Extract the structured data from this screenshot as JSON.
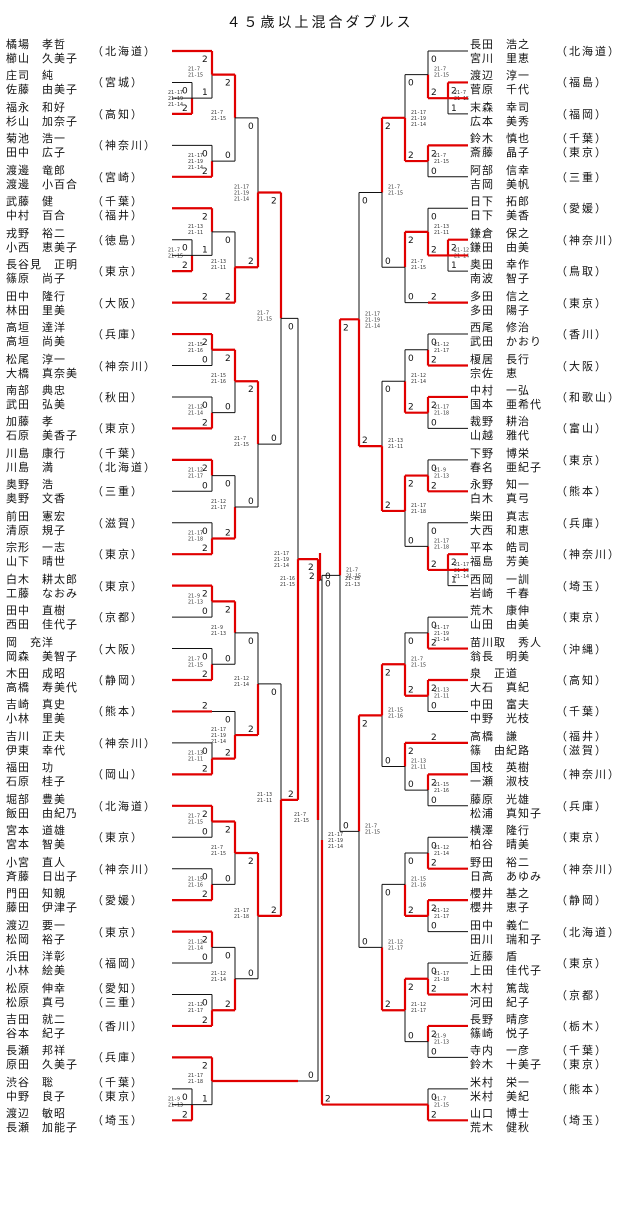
{
  "title": "４５歳以上混合ダブルス",
  "left_entries": [
    {
      "players": [
        "橘場　孝哲",
        "櫛山　久美子"
      ],
      "prefs": [
        "（北海道）"
      ]
    },
    {
      "players": [
        "庄司　純",
        "佐藤　由美子"
      ],
      "prefs": [
        "（宮城）"
      ]
    },
    {
      "players": [
        "福永　和好",
        "杉山　加奈子"
      ],
      "prefs": [
        "（高知）"
      ]
    },
    {
      "players": [
        "菊池　浩一",
        "田中　広子"
      ],
      "prefs": [
        "（神奈川）"
      ]
    },
    {
      "players": [
        "渡邊　竜郎",
        "渡邊　小百合"
      ],
      "prefs": [
        "（宮崎）"
      ]
    },
    {
      "players": [
        "武藤　健",
        "中村　百合"
      ],
      "prefs": [
        "（千葉）",
        "（福井）"
      ]
    },
    {
      "players": [
        "戎野　裕二",
        "小西　恵美子"
      ],
      "prefs": [
        "（徳島）"
      ]
    },
    {
      "players": [
        "長谷見　正明",
        "篠原　尚子"
      ],
      "prefs": [
        "（東京）"
      ]
    },
    {
      "players": [
        "田中　隆行",
        "林田　里美"
      ],
      "prefs": [
        "（大阪）"
      ]
    },
    {
      "players": [
        "高垣　達洋",
        "高垣　尚美"
      ],
      "prefs": [
        "（兵庫）"
      ]
    },
    {
      "players": [
        "松尾　淳一",
        "大橋　真奈美"
      ],
      "prefs": [
        "（神奈川）"
      ]
    },
    {
      "players": [
        "南部　典忠",
        "武田　弘美"
      ],
      "prefs": [
        "（秋田）"
      ]
    },
    {
      "players": [
        "加藤　孝",
        "石原　美香子"
      ],
      "prefs": [
        "（東京）"
      ]
    },
    {
      "players": [
        "川島　康行",
        "川島　満"
      ],
      "prefs": [
        "（千葉）",
        "（北海道）"
      ]
    },
    {
      "players": [
        "奥野　浩",
        "奥野　文香"
      ],
      "prefs": [
        "（三重）"
      ]
    },
    {
      "players": [
        "前田　憲宏",
        "清原　規子"
      ],
      "prefs": [
        "（滋賀）"
      ]
    },
    {
      "players": [
        "宗形　一志",
        "山下　晴世"
      ],
      "prefs": [
        "（東京）"
      ]
    },
    {
      "players": [
        "白木　耕太郎",
        "工藤　なおみ"
      ],
      "prefs": [
        "（東京）"
      ]
    },
    {
      "players": [
        "田中　直樹",
        "西田　佳代子"
      ],
      "prefs": [
        "（京都）"
      ]
    },
    {
      "players": [
        "岡　充洋",
        "岡森　美智子"
      ],
      "prefs": [
        "（大阪）"
      ]
    },
    {
      "players": [
        "木田　成昭",
        "高橋　寿美代"
      ],
      "prefs": [
        "（静岡）"
      ]
    },
    {
      "players": [
        "吉崎　真史",
        "小林　里美"
      ],
      "prefs": [
        "（熊本）"
      ]
    },
    {
      "players": [
        "吉川　正夫",
        "伊東　幸代"
      ],
      "prefs": [
        "（神奈川）"
      ]
    },
    {
      "players": [
        "福田　功",
        "石原　桂子"
      ],
      "prefs": [
        "（岡山）"
      ]
    },
    {
      "players": [
        "堀部　豊美",
        "飯田　由紀乃"
      ],
      "prefs": [
        "（北海道）"
      ]
    },
    {
      "players": [
        "宮本　道雄",
        "宮本　智美"
      ],
      "prefs": [
        "（東京）"
      ]
    },
    {
      "players": [
        "小宮　直人",
        "斉藤　日出子"
      ],
      "prefs": [
        "（神奈川）"
      ]
    },
    {
      "players": [
        "門田　知親",
        "藤田　伊津子"
      ],
      "prefs": [
        "（愛媛）"
      ]
    },
    {
      "players": [
        "渡辺　要一",
        "松岡　裕子"
      ],
      "prefs": [
        "（東京）"
      ]
    },
    {
      "players": [
        "浜田　洋彰",
        "小林　絵美"
      ],
      "prefs": [
        "（福岡）"
      ]
    },
    {
      "players": [
        "松原　伸幸",
        "松原　真弓"
      ],
      "prefs": [
        "（愛知）",
        "（三重）"
      ]
    },
    {
      "players": [
        "吉田　就二",
        "谷本　紀子"
      ],
      "prefs": [
        "（香川）"
      ]
    },
    {
      "players": [
        "長瀬　邦祥",
        "原田　久美子"
      ],
      "prefs": [
        "（兵庫）"
      ]
    },
    {
      "players": [
        "渋谷　聡",
        "中野　良子"
      ],
      "prefs": [
        "（千葉）",
        "（東京）"
      ]
    },
    {
      "players": [
        "渡辺　敏昭",
        "長瀬　加能子"
      ],
      "prefs": [
        "（埼玉）"
      ]
    }
  ],
  "right_entries": [
    {
      "players": [
        "長田　浩之",
        "宮川　里恵"
      ],
      "prefs": [
        "（北海道）"
      ]
    },
    {
      "players": [
        "渡辺　淳一",
        "菅原　千代"
      ],
      "prefs": [
        "（福島）"
      ]
    },
    {
      "players": [
        "末森　幸司",
        "広本　美秀"
      ],
      "prefs": [
        "（福岡）"
      ]
    },
    {
      "players": [
        "鈴木　慎也",
        "斎藤　晶子"
      ],
      "prefs": [
        "（千葉）",
        "（東京）"
      ]
    },
    {
      "players": [
        "阿部　信幸",
        "吉岡　美帆"
      ],
      "prefs": [
        "（三重）"
      ]
    },
    {
      "players": [
        "日下　拓郎",
        "日下　美香"
      ],
      "prefs": [
        "（愛媛）"
      ]
    },
    {
      "players": [
        "鎌倉　保之",
        "鎌田　由美"
      ],
      "prefs": [
        "（神奈川）"
      ]
    },
    {
      "players": [
        "奥田　幸作",
        "南波　智子"
      ],
      "prefs": [
        "（鳥取）"
      ]
    },
    {
      "players": [
        "多田　信之",
        "多田　陽子"
      ],
      "prefs": [
        "（東京）"
      ]
    },
    {
      "players": [
        "西尾　修治",
        "武田　かおり"
      ],
      "prefs": [
        "（香川）"
      ]
    },
    {
      "players": [
        "榎居　長行",
        "宗佐　恵"
      ],
      "prefs": [
        "（大阪）"
      ]
    },
    {
      "players": [
        "中村　一弘",
        "国本　亜希代"
      ],
      "prefs": [
        "（和歌山）"
      ]
    },
    {
      "players": [
        "裁野　耕治",
        "山越　雅代"
      ],
      "prefs": [
        "（富山）"
      ]
    },
    {
      "players": [
        "下野　博栄",
        "春名　亜紀子"
      ],
      "prefs": [
        "（東京）"
      ]
    },
    {
      "players": [
        "永野　知一",
        "白木　真弓"
      ],
      "prefs": [
        "（熊本）"
      ]
    },
    {
      "players": [
        "柴田　真志",
        "大西　和恵"
      ],
      "prefs": [
        "（兵庫）"
      ]
    },
    {
      "players": [
        "平本　皓司",
        "福島　芳美"
      ],
      "prefs": [
        "（神奈川）"
      ]
    },
    {
      "players": [
        "西岡　一訓",
        "岩崎　千春"
      ],
      "prefs": [
        "（埼玉）"
      ]
    },
    {
      "players": [
        "荒木　康伸",
        "山田　由美"
      ],
      "prefs": [
        "（東京）"
      ]
    },
    {
      "players": [
        "苗川取　秀人",
        "翁長　明美"
      ],
      "prefs": [
        "（沖縄）"
      ]
    },
    {
      "players": [
        "泉　正道",
        "大石　真紀"
      ],
      "prefs": [
        "（高知）"
      ]
    },
    {
      "players": [
        "中田　富夫",
        "中野　光枝"
      ],
      "prefs": [
        "（千葉）"
      ]
    },
    {
      "players": [
        "高橋　謙",
        "篠　由紀路"
      ],
      "prefs": [
        "（福井）",
        "（滋賀）"
      ]
    },
    {
      "players": [
        "国枝　英樹",
        "一瀬　淑枝"
      ],
      "prefs": [
        "（神奈川）"
      ]
    },
    {
      "players": [
        "藤原　光雄",
        "松浦　真知子"
      ],
      "prefs": [
        "（兵庫）"
      ]
    },
    {
      "players": [
        "横澤　隆行",
        "柏谷　晴美"
      ],
      "prefs": [
        "（東京）"
      ]
    },
    {
      "players": [
        "野田　裕二",
        "日高　あゆみ"
      ],
      "prefs": [
        "（神奈川）"
      ]
    },
    {
      "players": [
        "櫻井　基之",
        "櫻井　恵子"
      ],
      "prefs": [
        "（静岡）"
      ]
    },
    {
      "players": [
        "田中　義仁",
        "田川　瑞和子"
      ],
      "prefs": [
        "（北海道）"
      ]
    },
    {
      "players": [
        "近藤　盾",
        "上田　佳代子"
      ],
      "prefs": [
        "（東京）"
      ]
    },
    {
      "players": [
        "木村　篤哉",
        "河田　紀子"
      ],
      "prefs": [
        "（京都）"
      ]
    },
    {
      "players": [
        "長野　晴彦",
        "篠崎　悦子"
      ],
      "prefs": [
        "（栃木）"
      ]
    },
    {
      "players": [
        "寺内　一彦",
        "鈴木　十美子"
      ],
      "prefs": [
        "（千葉）",
        "（東京）"
      ]
    },
    {
      "players": [
        "米村　栄一",
        "米村　美紀"
      ],
      "prefs": [
        "（熊本）"
      ]
    },
    {
      "players": [
        "山口　博士",
        "荒木　健秋"
      ],
      "prefs": [
        "（埼玉）"
      ]
    }
  ],
  "match_scores": {
    "m1": [
      "21-7",
      "21-15"
    ],
    "m2": [
      "21-17",
      "21-19",
      "21-14"
    ],
    "m3": [
      "21-13",
      "21-11"
    ],
    "m4": [
      "21-7",
      "21-15"
    ],
    "m5": [
      "21-15",
      "21-16"
    ],
    "m6": [
      "21-12",
      "21-14"
    ],
    "m7": [
      "21-12",
      "21-17"
    ],
    "m8": [
      "21-17",
      "21-18"
    ],
    "m9": [
      "21-9",
      "21-13"
    ],
    "c1": [
      "21-15",
      "21-12",
      "21-18"
    ],
    "final": [
      "21-16",
      "21-15"
    ],
    "final2": [
      "21-15",
      "21-13"
    ]
  },
  "colors": {
    "win": "#e00000",
    "line": "#111111"
  }
}
